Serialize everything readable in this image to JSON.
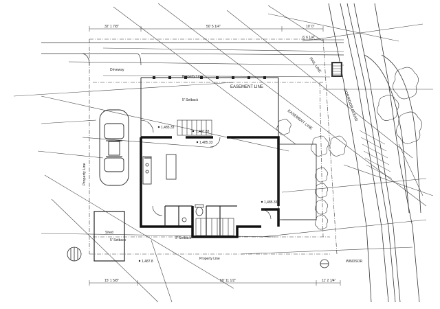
{
  "plan": {
    "labels": {
      "property_line_top": "Property Line",
      "property_line_bottom": "Property Line",
      "property_line_left": "Property Line",
      "easement_line": "EASEMENT LINE",
      "easement_line_side": "EASEMENT LINE",
      "side_setback_top": "5' Setback",
      "side_setback_bottom": "5' Setback",
      "side_setback_right": "5' Setback",
      "driveway": "Driveway",
      "rail_line": "RAIL LINE",
      "corridor": "CORRIDOR CLEAR",
      "shed": "Shed"
    },
    "elevations": {
      "e1": "1,485.33",
      "e2": "1,487.83",
      "e3": "1,485.33",
      "e4": "1,485.33",
      "e5": "1,487.8"
    },
    "dimensions": {
      "top_left": "32' 1 7/8\"",
      "top_mid": "50' 5 1/4\"",
      "top_right": "10' 0\"",
      "top_small": "6' 6 1/4\"",
      "bottom_left": "15' 1 5/8\"",
      "bottom_mid": "50' 11 1/2\"",
      "bottom_right": "11' 2 1/4\""
    },
    "street_tag": "WINDSOR"
  }
}
